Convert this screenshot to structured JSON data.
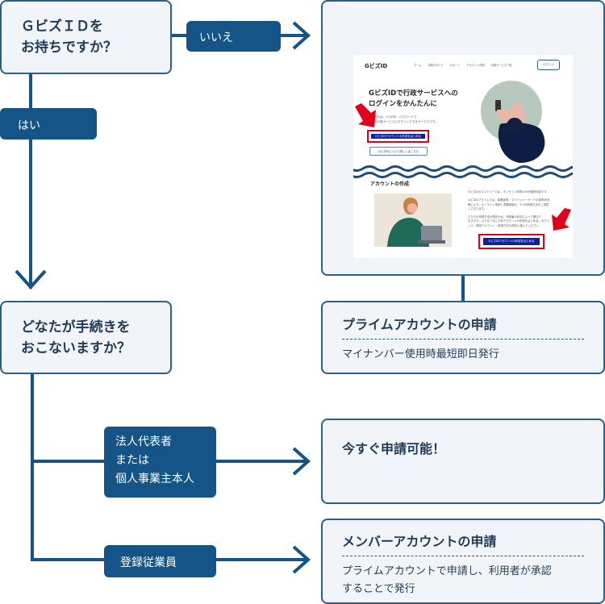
{
  "colors": {
    "box_fill": "#f1f5fa",
    "box_border": "#2b5f8a",
    "label_fill": "#145486",
    "line": "#145486",
    "text": "#1f3b57",
    "highlight": "#e0001b",
    "button_fill": "#0d1f9b"
  },
  "question1": {
    "text": "ＧビズＩＤを\nお持ちですか？"
  },
  "question2": {
    "text": "どなたが手続きを\nおこないますか？"
  },
  "labels": {
    "no": "いいえ",
    "yes": "はい",
    "representative": "法人代表者\nまたは\n個人事業主本人",
    "employee": "登録従業員"
  },
  "screenshot": {
    "logo": "GビズID",
    "nav": [
      "ホーム",
      "手続きガイド",
      "サポート",
      "アカウント作成",
      "行政サービス一覧"
    ],
    "login": "ログイン",
    "hero_title": "GビズIDで行政サービスへの\nログインをかんたんに",
    "hero_desc": "GビズIDは、1つのID・パスワードで\n様々な行政サービスにログインできるサービスです。",
    "create_button": "GビズIDアカウントの作成をはじめる",
    "more_button": "GビズIDについて詳しくはこちら",
    "section_title": "アカウントの作成",
    "section_text": "GビズIDのエントリーでは、オンライン申請のみが選択可能です。\n\nGビズIDプライムでは、事業証明・マイナンバーカードの保有状況\n等により、オンライン申請と書類申請の、2つの申請方法をご用意\nしております。\n\nどちらの申請方法が適切かは、申請者の状況によって異なり\nますので、以下の「GビズIDアカウントの作成をはじめる」をクリ\nック、申請アカウント・申請方法の判別に進んでください。",
    "create_button2": "GビズIDアカウントの作成をはじめる",
    "arrow_icon": "red-arrow-icon"
  },
  "result_prime": {
    "title": "プライムアカウントの申請",
    "subtitle": "マイナンバー使用時最短即日発行"
  },
  "result_now": {
    "title": "今すぐ申請可能！"
  },
  "result_member": {
    "title": "メンバーアカウントの申請",
    "subtitle": "プライムアカウントで申請し、利用者が承認\nすることで発行"
  }
}
